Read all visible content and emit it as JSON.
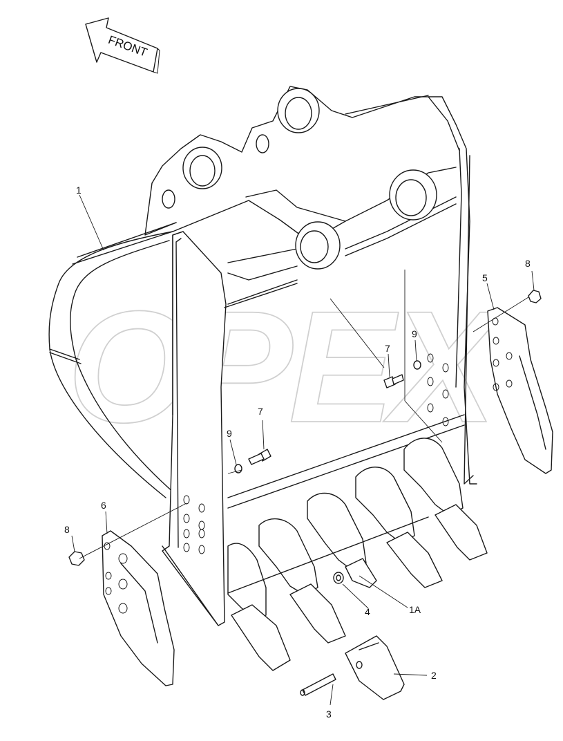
{
  "diagram": {
    "header_mark": "",
    "front_label": "FRONT",
    "watermark": "OPEX",
    "callouts": [
      {
        "id": "c1",
        "text": "1"
      },
      {
        "id": "c1a",
        "text": "1A"
      },
      {
        "id": "c2",
        "text": "2"
      },
      {
        "id": "c3",
        "text": "3"
      },
      {
        "id": "c4",
        "text": "4"
      },
      {
        "id": "c5",
        "text": "5"
      },
      {
        "id": "c6",
        "text": "6"
      },
      {
        "id": "c7a",
        "text": "7"
      },
      {
        "id": "c7b",
        "text": "7"
      },
      {
        "id": "c8a",
        "text": "8"
      },
      {
        "id": "c8b",
        "text": "8"
      },
      {
        "id": "c9a",
        "text": "9"
      },
      {
        "id": "c9b",
        "text": "9"
      }
    ]
  }
}
